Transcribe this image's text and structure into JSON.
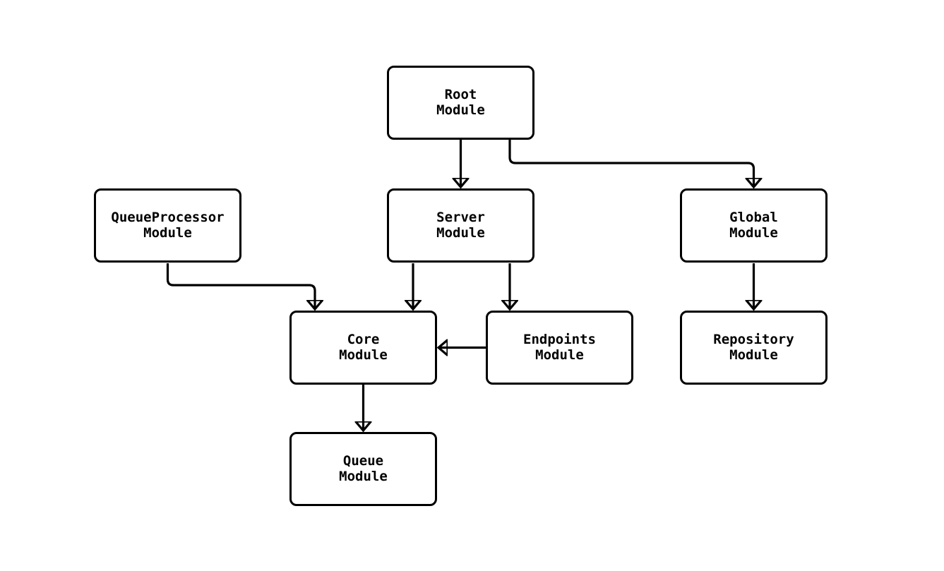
{
  "diagram": {
    "type": "flowchart",
    "description": "Module dependency diagram",
    "colors": {
      "background": "#ffffff",
      "node_fill": "#ffffff",
      "node_border": "#000000",
      "edge_stroke": "#000000",
      "text": "#000000"
    },
    "nodes": [
      {
        "id": "root",
        "line1": "Root",
        "line2": "Module"
      },
      {
        "id": "queueprocessor",
        "line1": "QueueProcessor",
        "line2": "Module"
      },
      {
        "id": "server",
        "line1": "Server",
        "line2": "Module"
      },
      {
        "id": "global",
        "line1": "Global",
        "line2": "Module"
      },
      {
        "id": "core",
        "line1": "Core",
        "line2": "Module"
      },
      {
        "id": "endpoints",
        "line1": "Endpoints",
        "line2": "Module"
      },
      {
        "id": "repository",
        "line1": "Repository",
        "line2": "Module"
      },
      {
        "id": "queue",
        "line1": "Queue",
        "line2": "Module"
      }
    ],
    "edges": [
      {
        "from": "root",
        "to": "server"
      },
      {
        "from": "root",
        "to": "global"
      },
      {
        "from": "server",
        "to": "core"
      },
      {
        "from": "server",
        "to": "endpoints"
      },
      {
        "from": "queueprocessor",
        "to": "core"
      },
      {
        "from": "endpoints",
        "to": "core"
      },
      {
        "from": "global",
        "to": "repository"
      },
      {
        "from": "core",
        "to": "queue"
      }
    ]
  }
}
